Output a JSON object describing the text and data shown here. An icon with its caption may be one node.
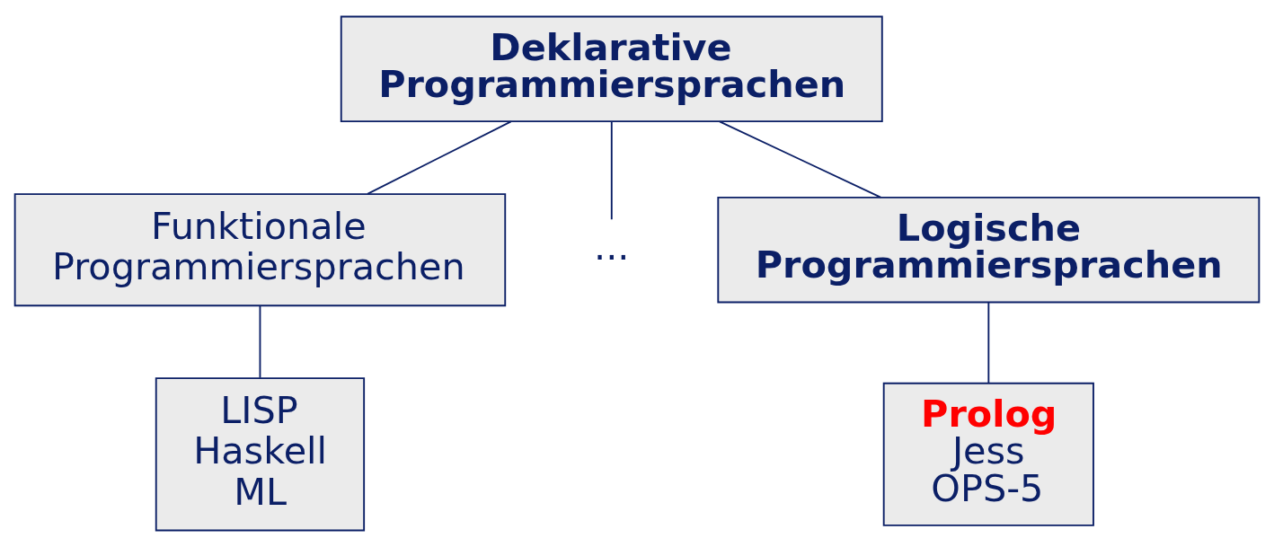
{
  "diagram": {
    "nodes": [
      {
        "text": [
          "Deklarative Programmiersprachen"
        ]
      },
      {
        "text": [
          "Funktionale Programmiersprachen"
        ]
      },
      {
        "text": [
          "..."
        ]
      },
      {
        "text": [
          "Logische Programmiersprachen"
        ]
      },
      {
        "text": [
          "LISP",
          "Haskell",
          "ML"
        ]
      },
      {
        "text": [
          "Prolog",
          "Jess",
          "OPS-5"
        ]
      }
    ],
    "edges": [
      {
        "from": 0,
        "to": 1,
        "arrow": "none"
      },
      {
        "from": 0,
        "to": 2,
        "arrow": "none"
      },
      {
        "from": 0,
        "to": 3,
        "arrow": "none"
      },
      {
        "from": 1,
        "to": 4,
        "arrow": "none"
      },
      {
        "from": 3,
        "to": 5,
        "arrow": "none"
      }
    ]
  }
}
